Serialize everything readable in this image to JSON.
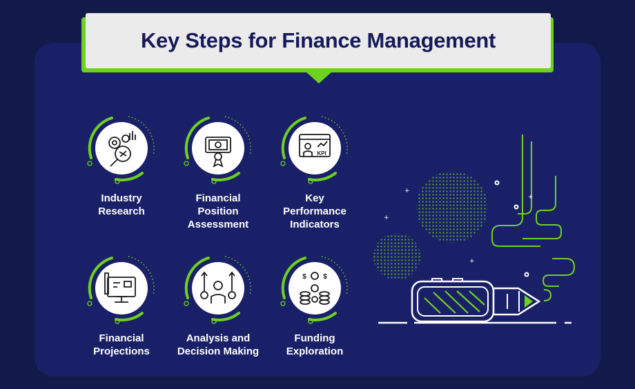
{
  "title": "Key Steps for Finance Management",
  "steps": [
    {
      "label": "Industry\nResearch",
      "icon": "research-gears-magnifier-icon"
    },
    {
      "label": "Financial\nPosition\nAssessment",
      "icon": "financial-certificate-icon"
    },
    {
      "label": "Key\nPerformance\nIndicators",
      "icon": "kpi-presentation-icon"
    },
    {
      "label": "Financial\nProjections",
      "icon": "projection-board-icon"
    },
    {
      "label": "Analysis and\nDecision Making",
      "icon": "decision-person-icon"
    },
    {
      "label": "Funding\nExploration",
      "icon": "funding-coins-people-icon"
    }
  ],
  "colors": {
    "accent": "#6fd11f",
    "panel": "#1a2067",
    "background": "#121a4a",
    "title_text": "#16195a"
  }
}
